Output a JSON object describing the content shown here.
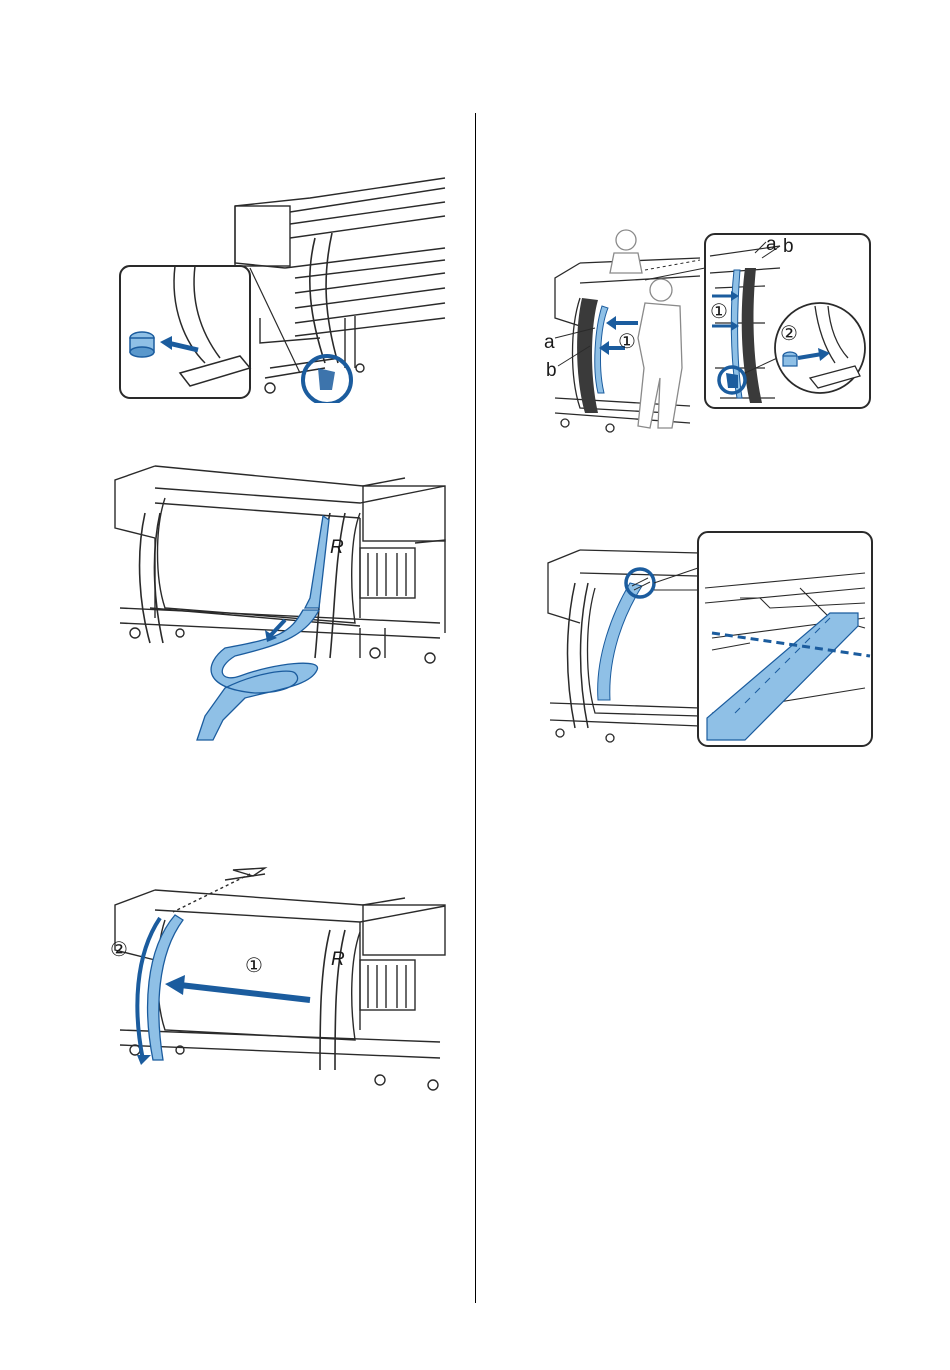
{
  "figures": {
    "fig2": {
      "label_a": "a",
      "label_b": "b",
      "inset_label_a": "a",
      "inset_label_b": "b",
      "step1_main": "①",
      "step1_inset": "①",
      "step2_inset": "②"
    },
    "fig3": {
      "side_letter": "R"
    },
    "fig5": {
      "side_letter": "R",
      "step1": "①",
      "step2": "②"
    }
  },
  "colors": {
    "accent_blue": "#1b5c9e",
    "light_blue": "#8fc0e6",
    "line": "#2a2a2a"
  }
}
